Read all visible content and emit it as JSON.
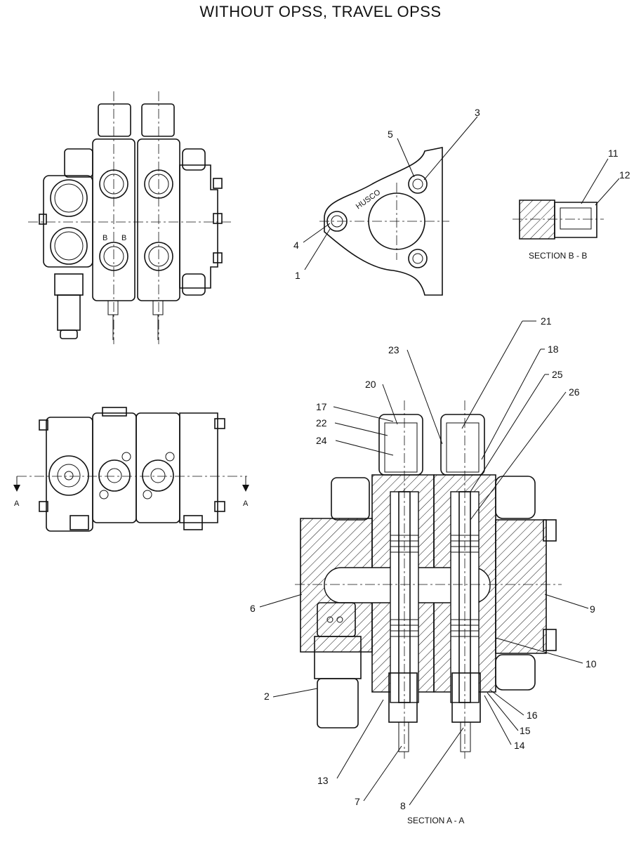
{
  "title": "WITHOUT OPSS, TRAVEL OPSS",
  "section_labels": {
    "section_bb": "SECTION B - B",
    "section_aa": "SECTION A - A",
    "cut_a_left": "A",
    "cut_a_right": "A",
    "cut_b_left": "B",
    "cut_b_right": "B",
    "brand": "HUSCO"
  },
  "callouts": {
    "c1": "1",
    "c2": "2",
    "c3": "3",
    "c4": "4",
    "c5": "5",
    "c6": "6",
    "c7": "7",
    "c8": "8",
    "c9": "9",
    "c10": "10",
    "c11": "11",
    "c12": "12",
    "c13": "13",
    "c14": "14",
    "c15": "15",
    "c16": "16",
    "c17": "17",
    "c18": "18",
    "c20": "20",
    "c21": "21",
    "c22": "22",
    "c23": "23",
    "c24": "24",
    "c25": "25",
    "c26": "26"
  }
}
